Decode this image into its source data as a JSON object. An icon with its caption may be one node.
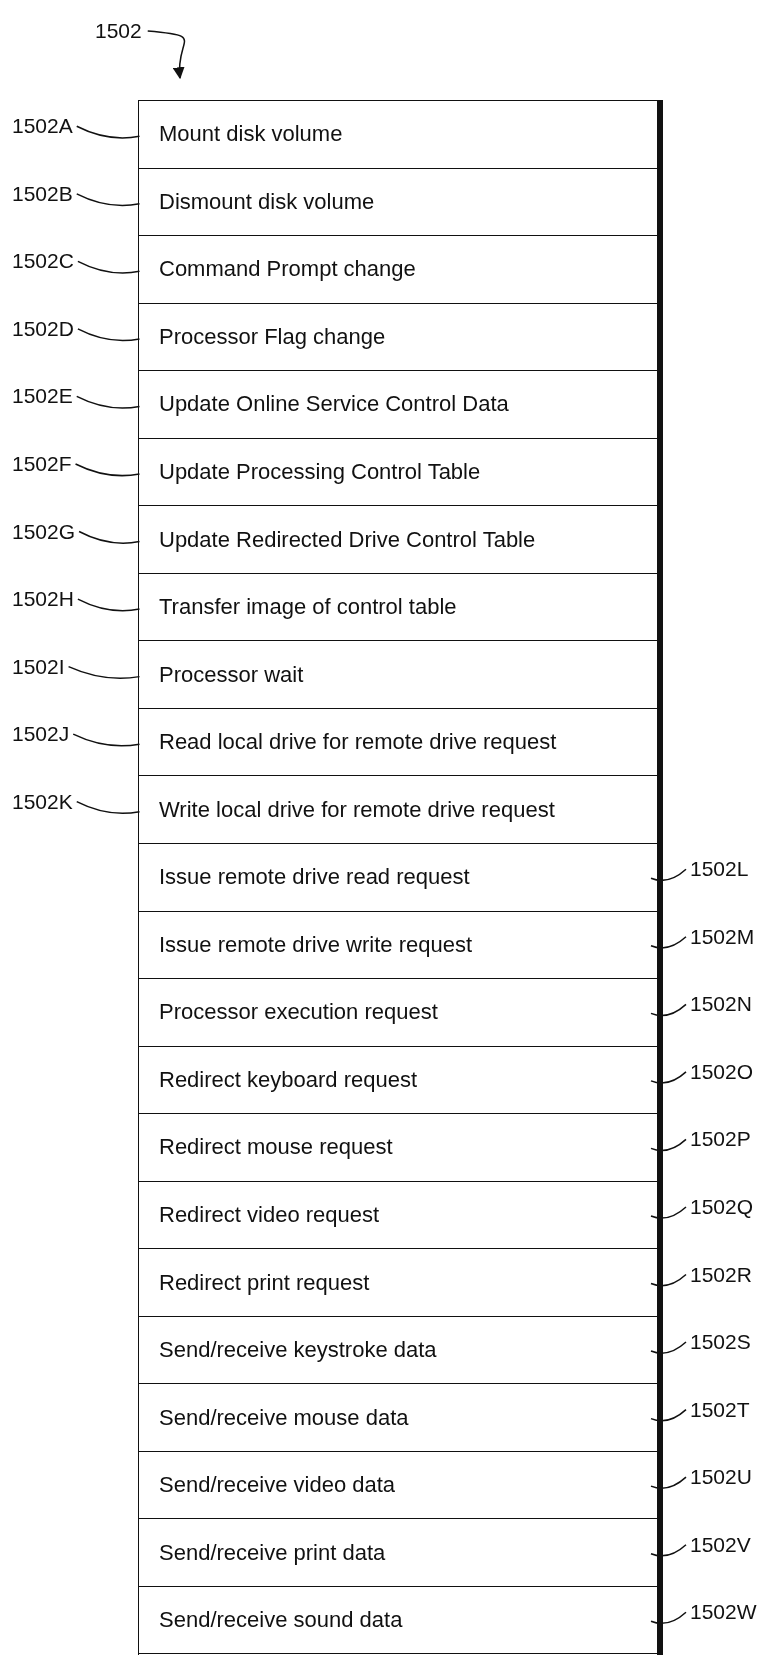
{
  "diagram": {
    "nodes": [
      {
        "text": [
          "1502"
        ]
      },
      {
        "text": [],
        "shape": "box"
      },
      {
        "text": [
          "Mount disk volume"
        ],
        "in": 1
      },
      {
        "text": [
          "Dismount disk volume"
        ],
        "in": 1
      },
      {
        "text": [
          "Command Prompt change"
        ],
        "in": 1
      },
      {
        "text": [
          "Processor Flag change"
        ],
        "in": 1
      },
      {
        "text": [
          "Update Online Service Control Data"
        ],
        "in": 1
      },
      {
        "text": [
          "Update Processing Control Table"
        ],
        "in": 1
      },
      {
        "text": [
          "Update Redirected Drive Control Table"
        ],
        "in": 1
      },
      {
        "text": [
          "Transfer image of control table"
        ],
        "in": 1
      },
      {
        "text": [
          "Processor wait"
        ],
        "in": 1
      },
      {
        "text": [
          "Read local drive for remote drive request"
        ],
        "in": 1
      },
      {
        "text": [
          "Write local drive for remote drive request"
        ],
        "in": 1
      },
      {
        "text": [
          "Issue remote drive read request"
        ],
        "in": 1
      },
      {
        "text": [
          "Issue remote drive write request"
        ],
        "in": 1
      },
      {
        "text": [
          "Processor execution request"
        ],
        "in": 1
      },
      {
        "text": [
          "Redirect keyboard request"
        ],
        "in": 1
      },
      {
        "text": [
          "Redirect mouse request"
        ],
        "in": 1
      },
      {
        "text": [
          "Redirect video request"
        ],
        "in": 1
      },
      {
        "text": [
          "Redirect print request"
        ],
        "in": 1
      },
      {
        "text": [
          "Send/receive keystroke data"
        ],
        "in": 1
      },
      {
        "text": [
          "Send/receive mouse data"
        ],
        "in": 1
      },
      {
        "text": [
          "Send/receive video data"
        ],
        "in": 1
      },
      {
        "text": [
          "Send/receive print data"
        ],
        "in": 1
      },
      {
        "text": [
          "Send/receive sound data"
        ],
        "in": 1
      },
      {
        "text": [
          "1502A"
        ]
      },
      {
        "text": [
          "1502B"
        ]
      },
      {
        "text": [
          "1502C"
        ]
      },
      {
        "text": [
          "1502D"
        ]
      },
      {
        "text": [
          "1502E"
        ]
      },
      {
        "text": [
          "1502F"
        ]
      },
      {
        "text": [
          "1502G"
        ]
      },
      {
        "text": [
          "1502H"
        ]
      },
      {
        "text": [
          "1502I"
        ]
      },
      {
        "text": [
          "1502J"
        ]
      },
      {
        "text": [
          "1502K"
        ]
      },
      {
        "text": [
          "1502L"
        ]
      },
      {
        "text": [
          "1502M"
        ]
      },
      {
        "text": [
          "1502N"
        ]
      },
      {
        "text": [
          "1502O"
        ]
      },
      {
        "text": [
          "1502P"
        ]
      },
      {
        "text": [
          "1502Q"
        ]
      },
      {
        "text": [
          "1502R"
        ]
      },
      {
        "text": [
          "1502S"
        ]
      },
      {
        "text": [
          "1502T"
        ]
      },
      {
        "text": [
          "1502U"
        ]
      },
      {
        "text": [
          "1502V"
        ]
      },
      {
        "text": [
          "1502W"
        ]
      }
    ],
    "edges": [
      {
        "from": 0,
        "to": 1,
        "arrow": "to"
      },
      {
        "from": 25,
        "to": 2,
        "arrow": "none"
      },
      {
        "from": 26,
        "to": 3,
        "arrow": "none"
      },
      {
        "from": 27,
        "to": 4,
        "arrow": "none"
      },
      {
        "from": 28,
        "to": 5,
        "arrow": "none"
      },
      {
        "from": 29,
        "to": 6,
        "arrow": "none"
      },
      {
        "from": 30,
        "to": 7,
        "arrow": "none"
      },
      {
        "from": 31,
        "to": 8,
        "arrow": "none"
      },
      {
        "from": 32,
        "to": 9,
        "arrow": "none"
      },
      {
        "from": 33,
        "to": 10,
        "arrow": "none"
      },
      {
        "from": 34,
        "to": 11,
        "arrow": "none"
      },
      {
        "from": 35,
        "to": 12,
        "arrow": "none"
      },
      {
        "from": 36,
        "to": 13,
        "arrow": "none"
      },
      {
        "from": 37,
        "to": 14,
        "arrow": "none"
      },
      {
        "from": 38,
        "to": 15,
        "arrow": "none"
      },
      {
        "from": 39,
        "to": 16,
        "arrow": "none"
      },
      {
        "from": 40,
        "to": 17,
        "arrow": "none"
      },
      {
        "from": 41,
        "to": 18,
        "arrow": "none"
      },
      {
        "from": 42,
        "to": 19,
        "arrow": "none"
      },
      {
        "from": 43,
        "to": 20,
        "arrow": "none"
      },
      {
        "from": 44,
        "to": 21,
        "arrow": "none"
      },
      {
        "from": 45,
        "to": 22,
        "arrow": "none"
      },
      {
        "from": 46,
        "to": 23,
        "arrow": "none"
      },
      {
        "from": 47,
        "to": 24,
        "arrow": "none"
      }
    ]
  }
}
